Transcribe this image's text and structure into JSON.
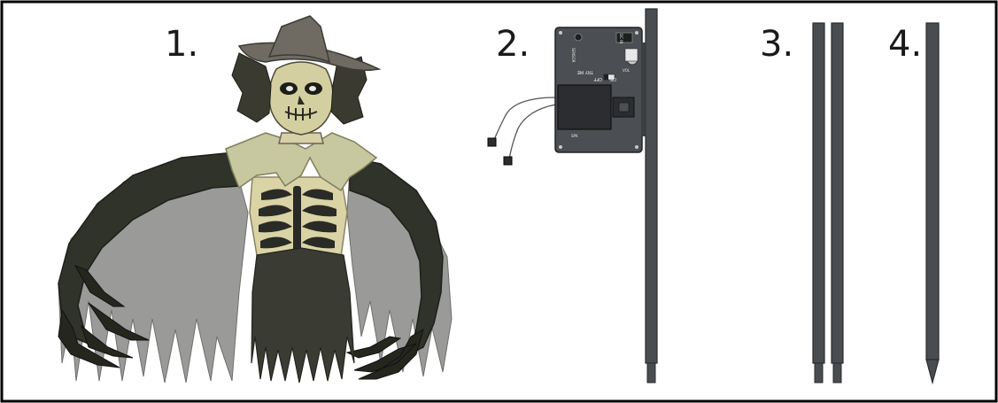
{
  "parts": [
    {
      "label": "1.",
      "item": "scarecrow-figure"
    },
    {
      "label": "2.",
      "item": "control-box-pole"
    },
    {
      "label": "3.",
      "item": "middle-poles"
    },
    {
      "label": "4.",
      "item": "stake-pole"
    }
  ],
  "control_box": {
    "switch_on": "ON",
    "switch_off": "OFF",
    "switch_mode": "TRY ME",
    "power_label": "DC IN",
    "sensor_label": "SENSOR",
    "volume_label": "VOL",
    "speaker_label": "SPK"
  },
  "colors": {
    "border": "#000000",
    "pole": "#4a4d50",
    "pole_edge": "#2a2c2e",
    "box": "#4b4e52",
    "cloak": "#8e8e8c",
    "arm": "#2e3128",
    "skin": "#d8d3a8",
    "hat": "#6e6a62"
  }
}
